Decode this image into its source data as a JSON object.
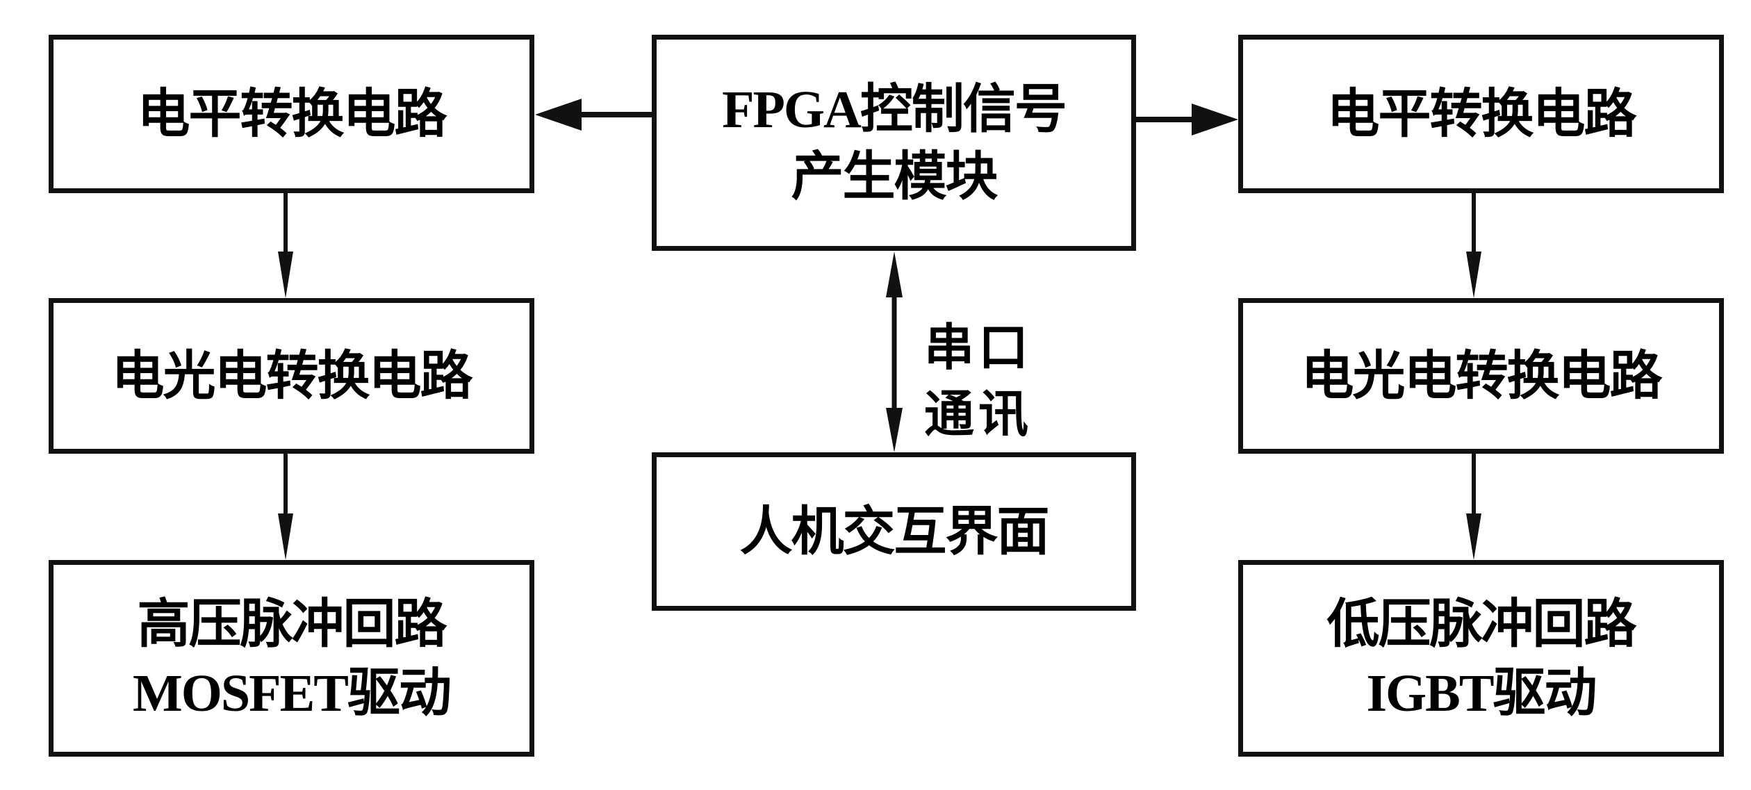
{
  "diagram": {
    "nodes": {
      "fpga": {
        "lines": [
          "FPGA控制信号",
          "产生模块"
        ]
      },
      "hmi": {
        "lines": [
          "人机交互界面"
        ]
      },
      "left_level_shift": {
        "lines": [
          "电平转换电路"
        ]
      },
      "left_eoe": {
        "lines": [
          "电光电转换电路"
        ]
      },
      "left_driver": {
        "lines": [
          "高压脉冲回路",
          "MOSFET驱动"
        ]
      },
      "right_level_shift": {
        "lines": [
          "电平转换电路"
        ]
      },
      "right_eoe": {
        "lines": [
          "电光电转换电路"
        ]
      },
      "right_driver": {
        "lines": [
          "低压脉冲回路",
          "IGBT驱动"
        ]
      }
    },
    "edges": [
      {
        "from": "fpga",
        "to": "left_level_shift",
        "direction": "forward"
      },
      {
        "from": "fpga",
        "to": "right_level_shift",
        "direction": "forward"
      },
      {
        "from": "fpga",
        "to": "hmi",
        "direction": "bidirectional",
        "label_lines": [
          "串口",
          "通讯"
        ]
      },
      {
        "from": "left_level_shift",
        "to": "left_eoe",
        "direction": "forward"
      },
      {
        "from": "left_eoe",
        "to": "left_driver",
        "direction": "forward"
      },
      {
        "from": "right_level_shift",
        "to": "right_eoe",
        "direction": "forward"
      },
      {
        "from": "right_eoe",
        "to": "right_driver",
        "direction": "forward"
      }
    ],
    "colors": {
      "stroke": "#111111",
      "text": "#000000",
      "background": "#ffffff"
    }
  }
}
